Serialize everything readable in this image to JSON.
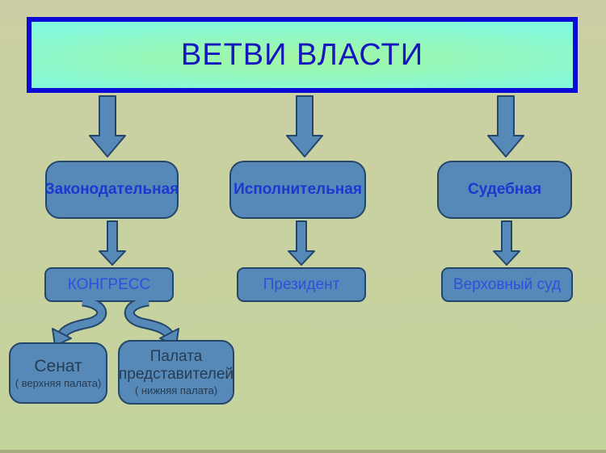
{
  "slide": {
    "title": "ВЕТВИ ВЛАСТИ"
  },
  "branches": [
    {
      "name": "Законодательная",
      "institution": "КОНГРЕСС"
    },
    {
      "name": "Исполнительная",
      "institution": "Президент"
    },
    {
      "name": "Судебная",
      "institution": "Верховный суд"
    }
  ],
  "chambers": [
    {
      "name": "Сенат",
      "note": "( верхняя палата)"
    },
    {
      "name": "Палата представителей",
      "note": "( нижняя палата)"
    }
  ],
  "colors": {
    "background_top": "#cccfa3",
    "background_bottom": "#c4d49d",
    "banner_border": "#0a0ad6",
    "banner_gradient_center": "#a2f6a0",
    "banner_gradient_edge": "#72f6f2",
    "title_text": "#1616bd",
    "shape_fill": "#5789b8",
    "shape_border": "#24466b",
    "branch_text": "#1c38cf",
    "institution_text": "#2b52db",
    "chamber_text": "#263c52"
  }
}
